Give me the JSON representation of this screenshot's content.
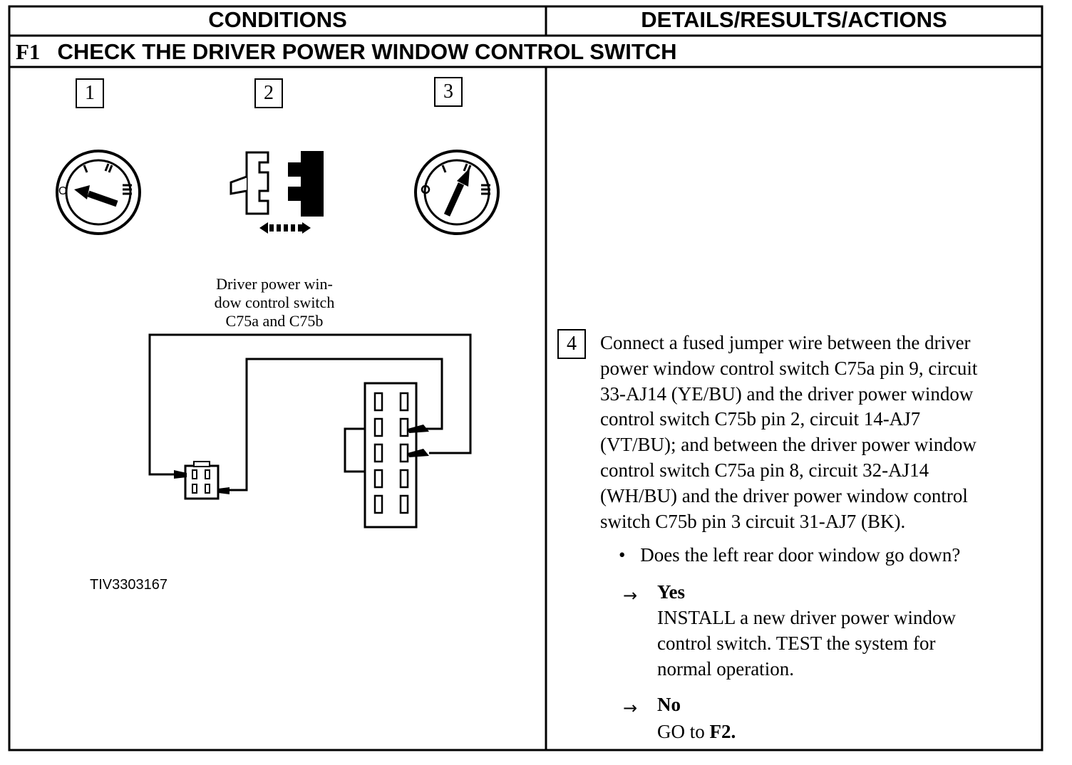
{
  "table": {
    "header_left": "CONDITIONS",
    "header_right": "DETAILS/RESULTS/ACTIONS"
  },
  "step": {
    "number": "F1",
    "title": "CHECK THE DRIVER POWER WINDOW CONTROL SWITCH"
  },
  "conditions": {
    "step_boxes": [
      "1",
      "2",
      "3"
    ],
    "ignition_left_position": "O",
    "diagram_caption": [
      "Driver power win-",
      "dow control switch",
      "C75a and C75b"
    ],
    "figure_id": "TIV3303167"
  },
  "actions": {
    "step_box": "4",
    "instruction_lines": [
      "Connect a fused jumper wire between the driver",
      "power window control switch C75a pin 9, circuit",
      "33-AJ14 (YE/BU) and the driver power window",
      "control switch C75b pin 2, circuit 14-AJ7",
      "(VT/BU); and between the driver power window",
      "control switch C75a pin 8, circuit 32-AJ14",
      "(WH/BU) and the driver power window control",
      "switch C75b pin 3 circuit 31-AJ7 (BK)."
    ],
    "question": "Does the left rear door window go down?",
    "yes": {
      "label": "Yes",
      "lines": [
        "INSTALL a new driver power window",
        "control switch. TEST the system for",
        "normal operation."
      ]
    },
    "no": {
      "label": "No",
      "text_prefix": "GO to ",
      "target": "F2."
    }
  }
}
